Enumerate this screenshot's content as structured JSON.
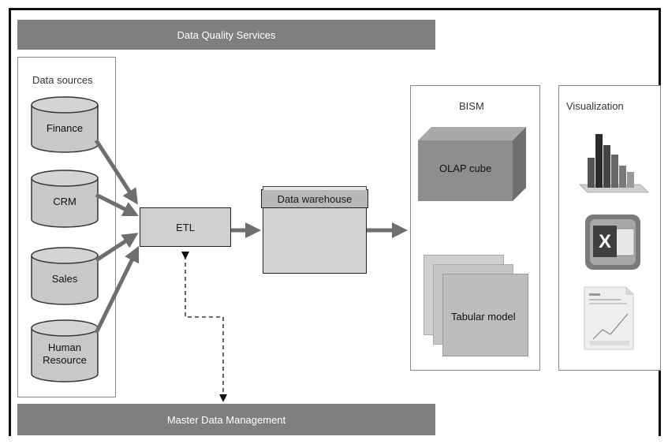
{
  "top_bar": {
    "label": "Data Quality Services"
  },
  "bottom_bar": {
    "label": "Master Data Management"
  },
  "data_sources": {
    "title": "Data sources",
    "items": [
      "Finance",
      "CRM",
      "Sales",
      "Human Resource"
    ]
  },
  "etl": {
    "label": "ETL"
  },
  "warehouse": {
    "label": "Data warehouse"
  },
  "bism": {
    "title": "BISM",
    "olap": "OLAP cube",
    "tabular": "Tabular model"
  },
  "visualization": {
    "title": "Visualization"
  },
  "colors": {
    "bar": "#7f7f7f",
    "arrow": "#6e6e6e",
    "box_fill": "#cfcfcf"
  }
}
